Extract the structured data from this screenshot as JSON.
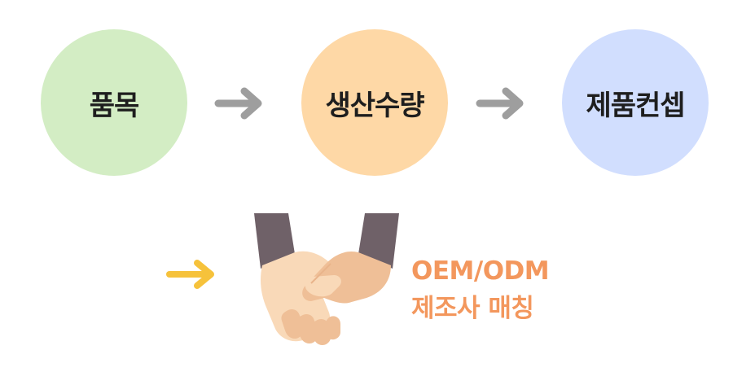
{
  "steps": [
    {
      "label": "품목",
      "color": "#d3edc4"
    },
    {
      "label": "생산수량",
      "color": "#fed8a6"
    },
    {
      "label": "제품컨셉",
      "color": "#d1defe"
    }
  ],
  "colors": {
    "flow_arrow": "#9e9e9e",
    "result_arrow": "#f6c23b",
    "result_text": "#f3975d",
    "cuff": "#6f6168",
    "skin_light": "#f9d9b8",
    "skin_dark": "#efbf97"
  },
  "result": {
    "icon": "handshake-icon",
    "line1": "OEM/ODM",
    "line2": "제조사 매칭"
  }
}
